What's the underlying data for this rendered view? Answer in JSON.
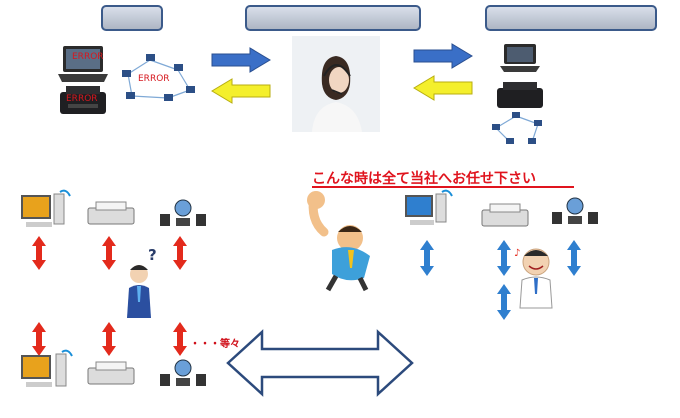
{
  "labels": {
    "left": "",
    "center": "",
    "right": ""
  },
  "errors": {
    "laptop": "ERROR",
    "printer": "ERROR",
    "network": "ERROR"
  },
  "headline": "こんな時は全て当社へお任せ下さい",
  "question_mark": "?",
  "etc_text": "・・・等々",
  "colors": {
    "flow_blue": "#3a6fc7",
    "flow_yellow": "#f4ef2c",
    "red_arrow": "#e32a1c",
    "blue_arrow": "#2f7fcf",
    "headline_red": "#e0141e",
    "label_border": "#3b5a8a"
  },
  "icons": [
    "laptop-icon",
    "printer-icon",
    "network-icon",
    "desktop-pc-icon",
    "scanner-icon",
    "server-icon",
    "operator-icon",
    "businessman-icon",
    "superhero-icon",
    "technician-icon"
  ]
}
